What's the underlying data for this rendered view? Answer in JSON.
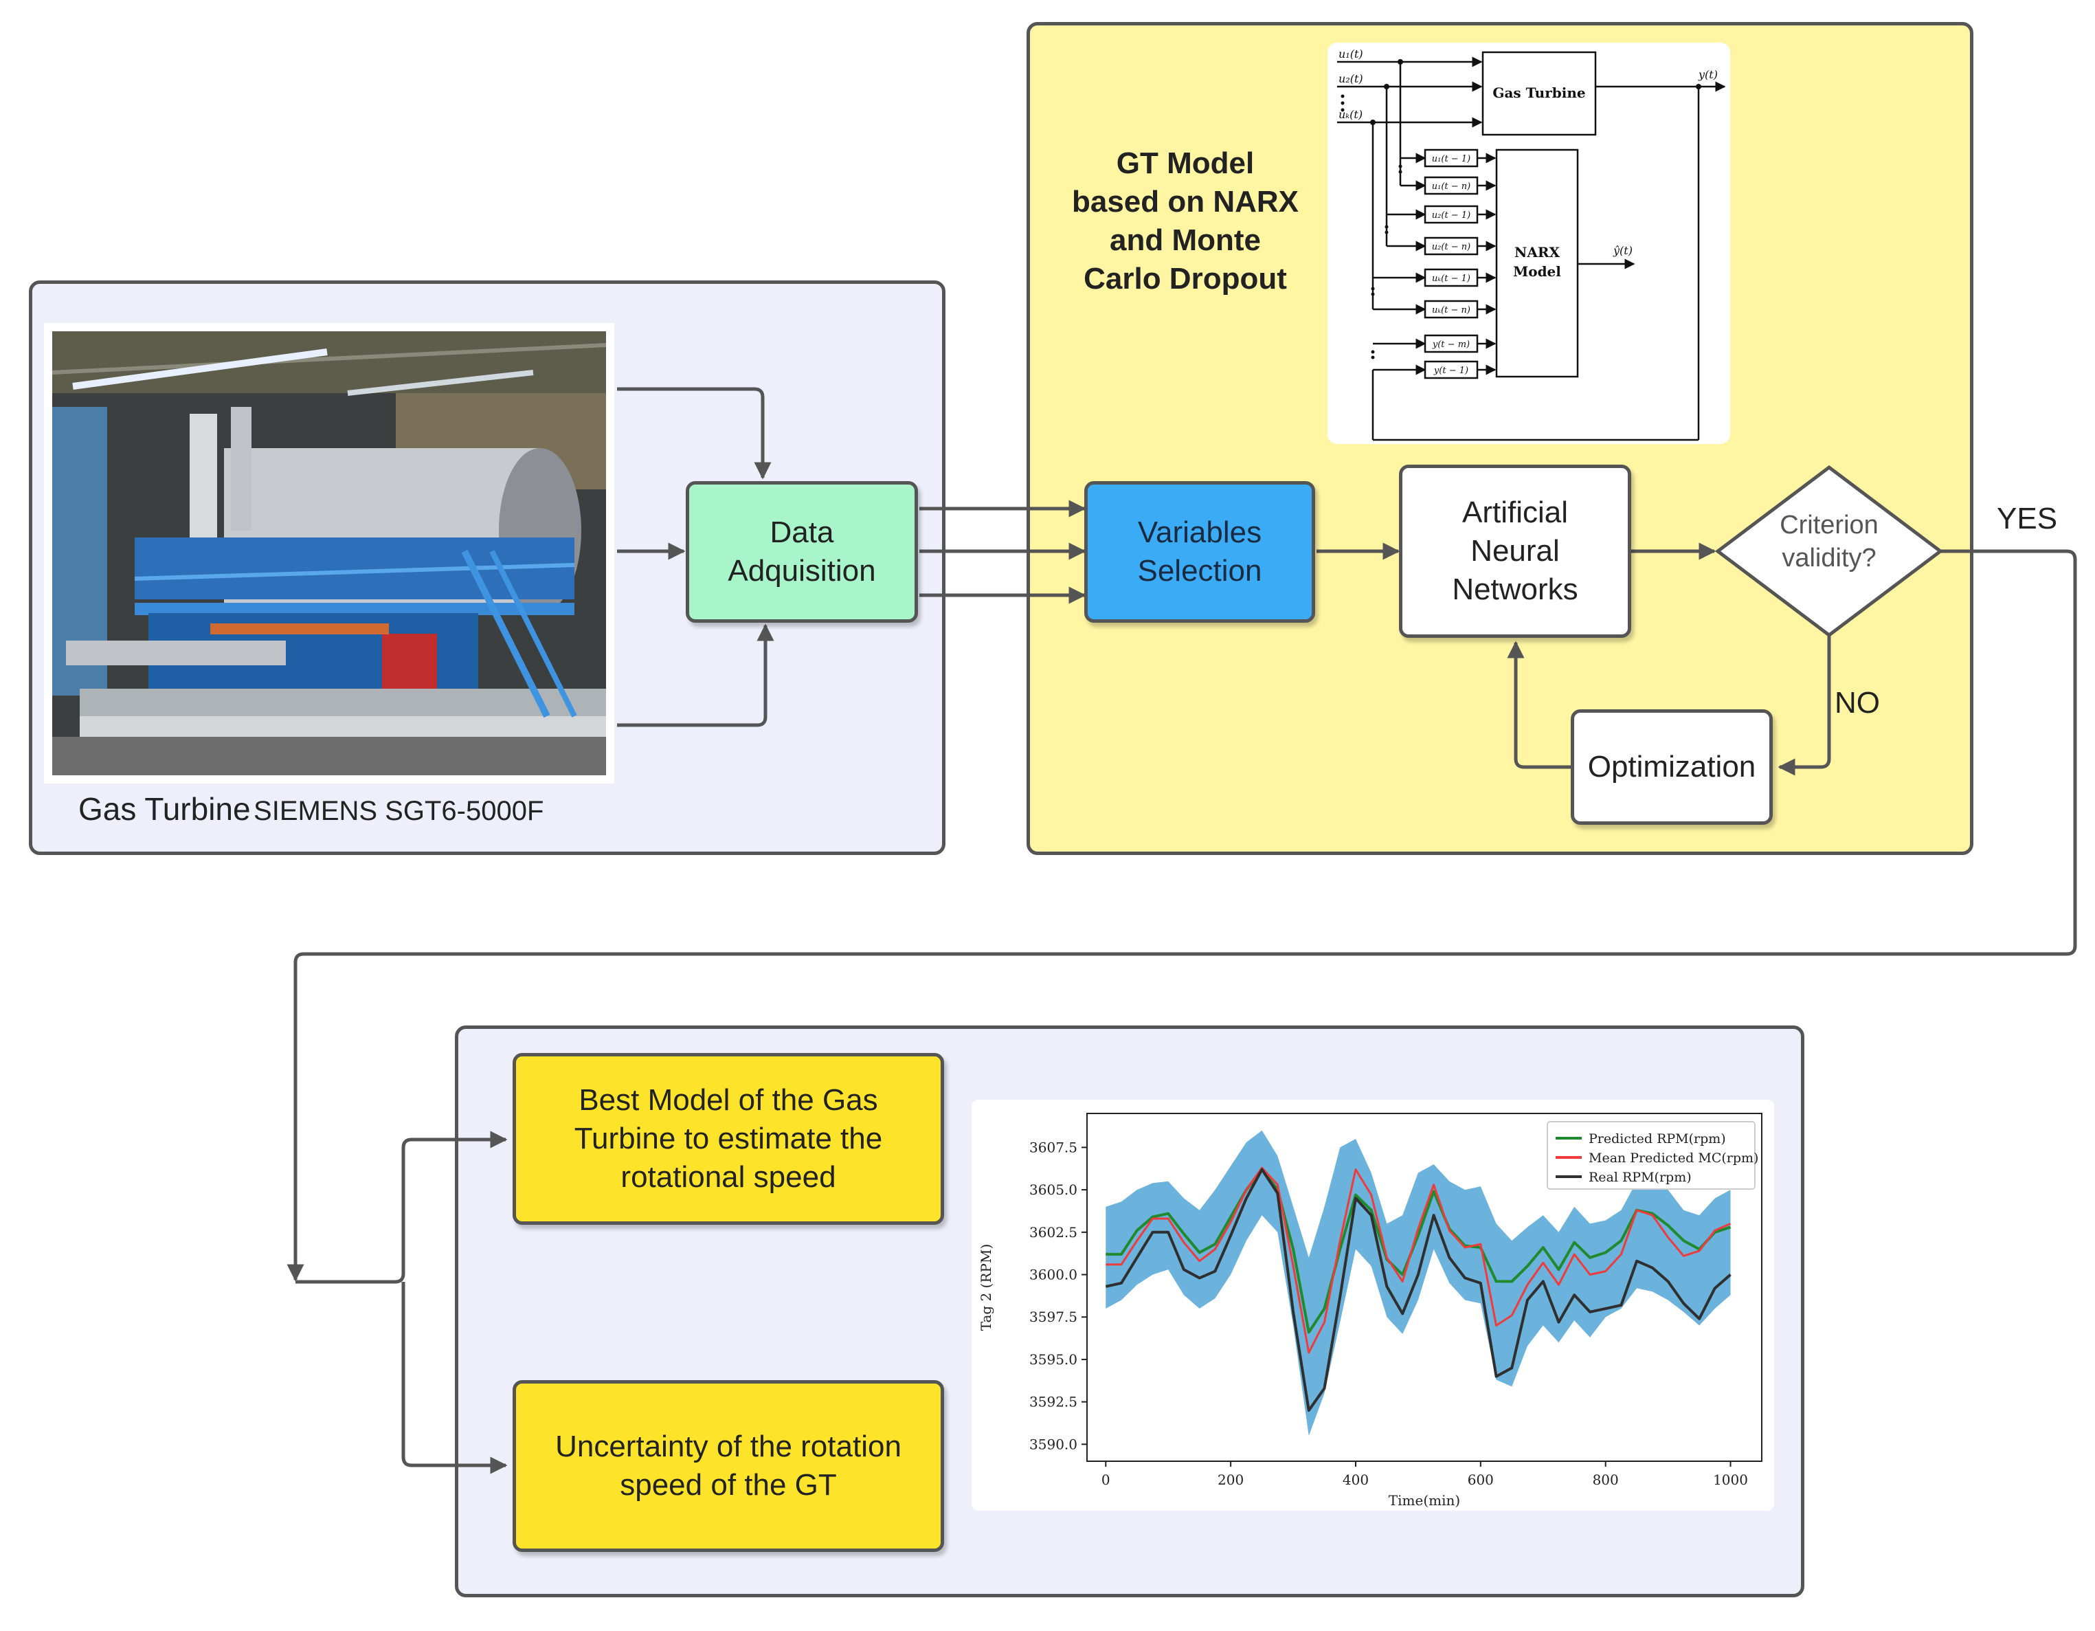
{
  "photo_panel": {
    "caption_main": "Gas Turbine",
    "caption_model": "SIEMENS SGT6-5000F"
  },
  "nodes": {
    "data_acquisition": "Data\nAdquisition",
    "variables_selection": "Variables\nSelection",
    "ann": "Artificial\nNeural\nNetworks",
    "criterion": "Criterion\nvalidity?",
    "optimization": "Optimization",
    "best_model": "Best Model of the Gas\nTurbine to estimate the\nrotational speed",
    "uncertainty": "Uncertainty of the rotation\nspeed of the GT"
  },
  "decision_labels": {
    "yes": "YES",
    "no": "NO"
  },
  "gt_model_title": "GT Model\nbased on NARX\nand Monte\nCarlo Dropout",
  "narx_diagram": {
    "inputs": [
      "u₁(t)",
      "u₂(t)",
      "uₖ(t)"
    ],
    "gas_turbine": "Gas Turbine",
    "output": "y(t)",
    "narx_model": "NARX\nModel",
    "prediction": "ŷ(t)",
    "delays": [
      "u₁(t − 1)",
      "u₁(t − n)",
      "u₂(t − 1)",
      "u₂(t − n)",
      "uₖ(t − 1)",
      "uₖ(t − n)",
      "y(t − m)",
      "y(t − 1)"
    ]
  },
  "colors": {
    "panel_bg": "#eeeffb",
    "model_panel_bg": "#fff5a3",
    "data_acq": "#a8f5c9",
    "variables": "#3babf5",
    "results": "#fde32a",
    "band": "#6bb2dd",
    "predicted": "#1f8a2e",
    "mean_mc": "#ee3b3b",
    "real": "#2f2f2f"
  },
  "chart_data": {
    "type": "line",
    "xlabel": "Time(min)",
    "ylabel": "Tag 2 (RPM)",
    "xlim": [
      -30,
      1050
    ],
    "ylim": [
      3589.0,
      3609.5
    ],
    "x_ticks": [
      "0",
      "200",
      "400",
      "600",
      "800",
      "1000"
    ],
    "y_ticks": [
      "3590.0",
      "3592.5",
      "3595.0",
      "3597.5",
      "3600.0",
      "3602.5",
      "3605.0",
      "3607.5"
    ],
    "legend_position": "top-right",
    "x": [
      0,
      25,
      50,
      75,
      100,
      125,
      150,
      175,
      200,
      225,
      250,
      275,
      300,
      325,
      350,
      375,
      400,
      425,
      450,
      475,
      500,
      525,
      550,
      575,
      600,
      625,
      650,
      675,
      700,
      725,
      750,
      775,
      800,
      825,
      850,
      875,
      900,
      925,
      950,
      975,
      1000
    ],
    "band_upper": [
      3604.0,
      3604.3,
      3605.0,
      3605.4,
      3605.5,
      3604.5,
      3603.8,
      3605.0,
      3606.4,
      3607.8,
      3608.5,
      3607.0,
      3604.0,
      3601.0,
      3604.0,
      3607.5,
      3608.0,
      3606.0,
      3603.0,
      3603.5,
      3606.0,
      3606.5,
      3605.5,
      3605.0,
      3605.2,
      3603.0,
      3602.0,
      3602.8,
      3603.5,
      3602.5,
      3604.0,
      3603.0,
      3603.2,
      3603.8,
      3605.5,
      3605.5,
      3605.0,
      3603.8,
      3603.5,
      3604.5,
      3605.0
    ],
    "band_lower": [
      3598.0,
      3598.5,
      3599.4,
      3600.0,
      3600.3,
      3598.8,
      3598.0,
      3598.6,
      3600.0,
      3602.0,
      3603.5,
      3602.5,
      3597.0,
      3590.5,
      3593.0,
      3597.2,
      3601.5,
      3600.5,
      3597.5,
      3596.5,
      3598.5,
      3601.5,
      3599.5,
      3598.5,
      3598.3,
      3593.8,
      3593.4,
      3595.8,
      3597.0,
      3596.0,
      3597.3,
      3596.3,
      3597.5,
      3598.0,
      3599.2,
      3599.0,
      3598.5,
      3597.8,
      3597.0,
      3598.0,
      3598.8
    ],
    "series": [
      {
        "name": "Predicted RPM(rpm)",
        "values": [
          3601.2,
          3601.2,
          3602.6,
          3603.4,
          3603.6,
          3602.4,
          3601.3,
          3601.8,
          3603.4,
          3605.0,
          3606.2,
          3605.0,
          3601.5,
          3596.6,
          3598.0,
          3601.5,
          3604.7,
          3603.8,
          3600.9,
          3600.0,
          3602.3,
          3604.9,
          3602.7,
          3601.7,
          3601.6,
          3599.6,
          3599.6,
          3600.5,
          3601.6,
          3600.3,
          3601.9,
          3601.0,
          3601.3,
          3602.0,
          3603.8,
          3603.6,
          3602.9,
          3602.0,
          3601.5,
          3602.5,
          3602.8
        ]
      },
      {
        "name": "Mean Predicted MC(rpm)",
        "values": [
          3600.6,
          3600.6,
          3602.0,
          3603.3,
          3603.3,
          3601.9,
          3600.8,
          3601.5,
          3603.1,
          3605.0,
          3606.3,
          3605.3,
          3600.5,
          3595.4,
          3597.2,
          3602.0,
          3606.2,
          3604.7,
          3601.0,
          3599.6,
          3602.7,
          3605.3,
          3602.6,
          3601.6,
          3601.8,
          3597.0,
          3597.6,
          3599.4,
          3600.7,
          3599.4,
          3601.2,
          3600.0,
          3600.2,
          3601.2,
          3603.8,
          3603.5,
          3602.2,
          3601.1,
          3601.4,
          3602.6,
          3603.0
        ]
      },
      {
        "name": "Real RPM(rpm)",
        "values": [
          3599.3,
          3599.5,
          3601.0,
          3602.5,
          3602.5,
          3600.3,
          3599.8,
          3600.2,
          3602.3,
          3604.5,
          3606.2,
          3604.8,
          3597.8,
          3592.0,
          3593.3,
          3598.7,
          3604.5,
          3603.5,
          3599.3,
          3597.7,
          3600.0,
          3603.5,
          3601.0,
          3599.8,
          3599.5,
          3594.0,
          3594.5,
          3598.5,
          3599.6,
          3597.2,
          3598.8,
          3597.8,
          3598.0,
          3598.2,
          3600.8,
          3600.4,
          3599.6,
          3598.3,
          3597.4,
          3599.2,
          3600.0
        ]
      }
    ]
  }
}
